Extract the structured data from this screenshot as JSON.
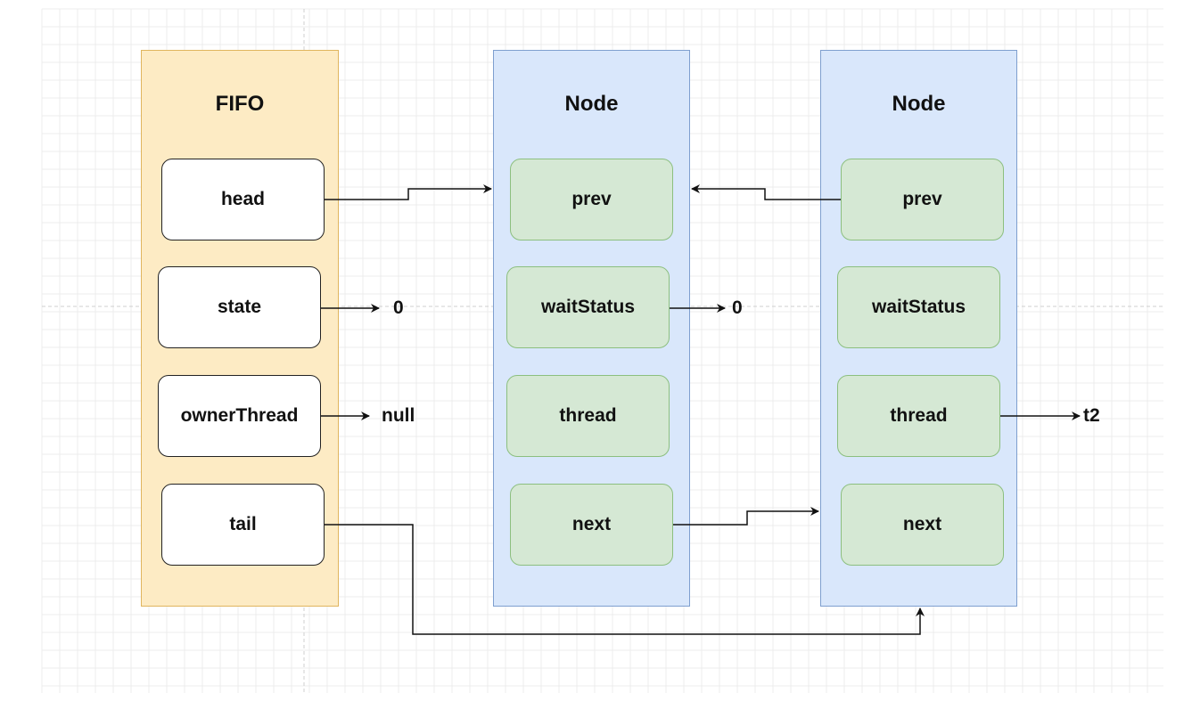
{
  "fifo": {
    "title": "FIFO",
    "fields": {
      "head": "head",
      "state": "state",
      "ownerThread": "ownerThread",
      "tail": "tail"
    }
  },
  "node1": {
    "title": "Node",
    "fields": {
      "prev": "prev",
      "waitStatus": "waitStatus",
      "thread": "thread",
      "next": "next"
    }
  },
  "node2": {
    "title": "Node",
    "fields": {
      "prev": "prev",
      "waitStatus": "waitStatus",
      "thread": "thread",
      "next": "next"
    }
  },
  "values": {
    "state": "0",
    "ownerThread": "null",
    "node1_waitStatus": "0",
    "node2_thread": "t2"
  },
  "colors": {
    "fifo_fill": "#fdebc4",
    "fifo_border": "#e0b55e",
    "node_fill": "#d9e7fb",
    "node_border": "#7e9fcf",
    "field_green_fill": "#d5e8d4",
    "field_green_border": "#8cbf7f",
    "arrow": "#111111"
  }
}
